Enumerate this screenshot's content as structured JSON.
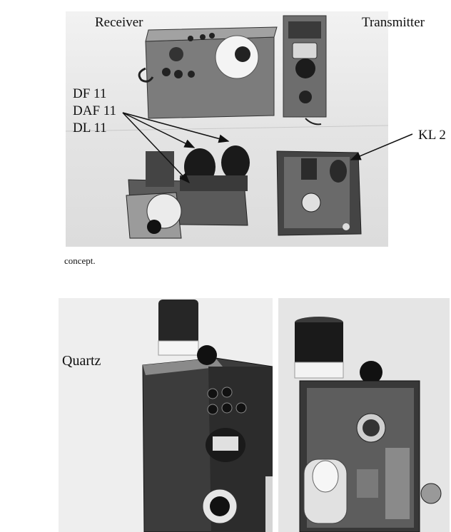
{
  "figure_top": {
    "labels": {
      "receiver": "Receiver",
      "transmitter": "Transmitter",
      "tube_1": "DF 11",
      "tube_2": "DAF 11",
      "tube_3": "DL 11",
      "kl": "KL 2"
    }
  },
  "caption_fragment": "concept.",
  "figure_bottom": {
    "labels": {
      "quartz": "Quartz"
    }
  }
}
